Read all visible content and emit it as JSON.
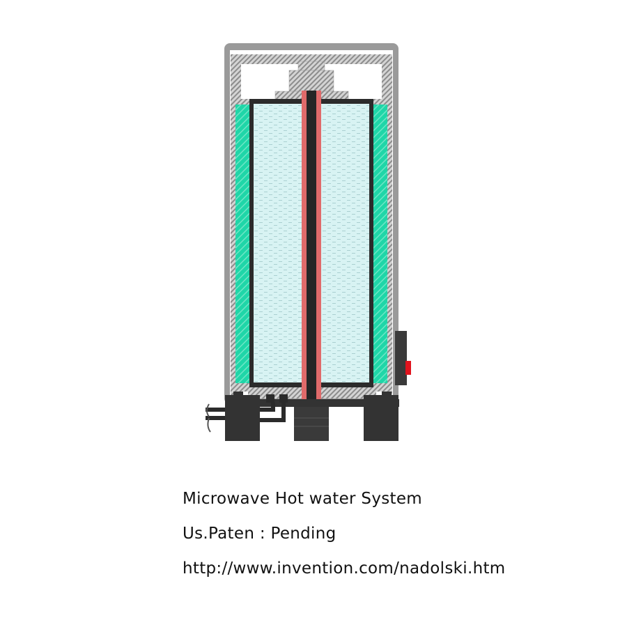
{
  "captions": {
    "title": "Microwave Hot water System",
    "patent": "Us.Paten : Pending",
    "url": "http://www.invention.com/nadolski.htm"
  },
  "colors": {
    "frame": "#9a9a9a",
    "hatch": "#b5b5b5",
    "insulation": "#1fd6a8",
    "water": "#d8f3f3",
    "tank_wall": "#2b2b2b",
    "heater_sheath": "#e06a6a",
    "indicator": "#e0141e"
  }
}
